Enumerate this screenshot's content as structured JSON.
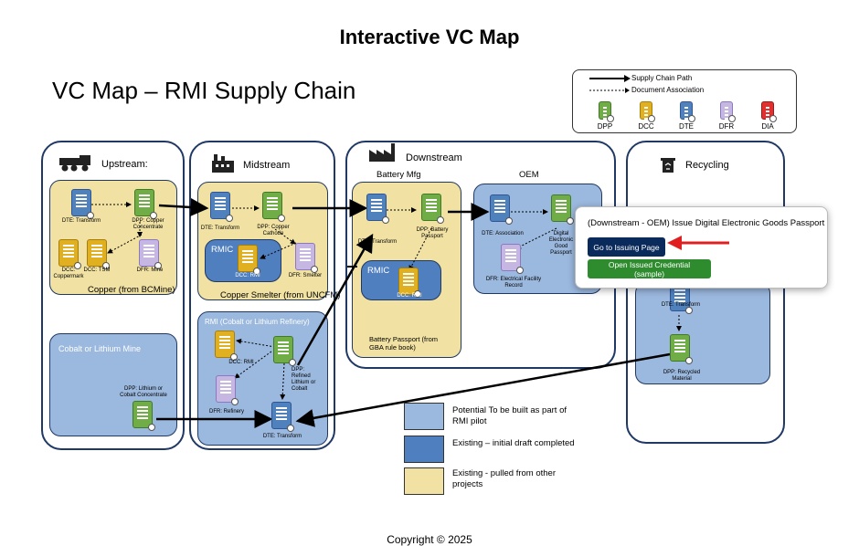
{
  "page_title": "Interactive VC Map",
  "map_title": "VC Map – RMI Supply Chain",
  "copyright": "Copyright © 2025",
  "legend": {
    "supply_chain_path": "Supply Chain Path",
    "document_association": "Document Association",
    "doc_types": [
      "DPP",
      "DCC",
      "DTE",
      "DFR",
      "DIA"
    ],
    "doc_colors": {
      "DPP": "#70ad47",
      "DCC": "#e0b020",
      "DTE": "#4f81bd",
      "DFR": "#c5b6e2",
      "DIA": "#e03030"
    }
  },
  "panels": {
    "upstream": "Upstream:",
    "midstream": "Midstream",
    "downstream": "Downstream",
    "recycling": "Recycling"
  },
  "regions": {
    "copper_bcmine": "Copper (from BCMine)",
    "cobalt_lithium_mine": "Cobalt or Lithium Mine",
    "copper_smelter": "Copper Smelter (from UNCFM)",
    "rmi_refinery": "RMI (Cobalt or Lithium Refinery)",
    "battery_mfg": "Battery Mfg",
    "oem": "OEM",
    "rmic": "RMIC",
    "battery_passport_gba": "Battery Passport (from GBA rule book)"
  },
  "docs": {
    "up_dte_transform": "DTE: Transform",
    "up_dpp_copper_concentrate": "DPP: Copper Concentrate",
    "up_dcc_coppermark": "DCC: Coppermark",
    "up_dcc_tsm": "DCC: TSM",
    "up_dfr_mine": "DFR: Mine",
    "up_dpp_lithium_cobalt": "DPP: Lithium or Cobalt Concentrate",
    "mid_dte_transform": "DTE: Transform",
    "mid_dpp_copper_cathode": "DPP: Copper Cathode",
    "mid_dcc_rmi": "DCC: RMI",
    "mid_dfr_smelter": "DFR: Smelter",
    "mid_rmi_dcc_rmi": "DCC: RMI",
    "mid_dpp_refined": "DPP: Refined Lithium or Cobalt",
    "mid_dfr_refinery": "DFR: Refinery",
    "mid_dte_transform_bottom": "DTE: Transform",
    "ds_dte_transform": "DTE: Transform",
    "ds_dpp_battery_passport": "DPP: Battery Passport",
    "ds_dcc_rmi": "DCC: RMI",
    "oem_dte_association": "DTE: Association",
    "oem_dpp_digital_goods": "Digital Electronic Good Passport",
    "oem_dfr_facility": "DFR: Electrical Facility Record",
    "rec_dte_transform": "DTE: Transform",
    "rec_dpp_recycled": "DPP: Recycled Material"
  },
  "key": [
    {
      "label": "Potential To be built as part of RMI pilot",
      "color": "#9bb8de"
    },
    {
      "label": "Existing – initial draft completed",
      "color": "#4f7fbe"
    },
    {
      "label": "Existing - pulled from other projects",
      "color": "#f1e2a3"
    }
  ],
  "popup": {
    "title": "(Downstream - OEM) Issue Digital Electronic Goods Passport",
    "issue_button": "Go to Issuing Page",
    "open_button": "Open Issued Credential (sample)"
  }
}
